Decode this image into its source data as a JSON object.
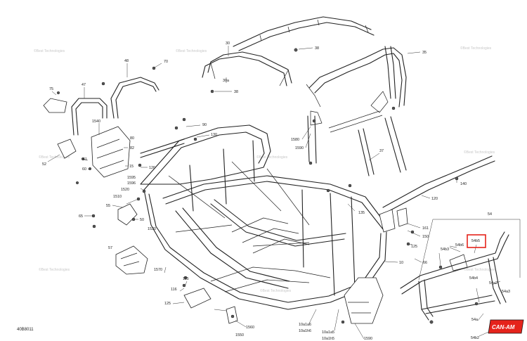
{
  "diagram": {
    "code": "40B8011",
    "highlighted_callout": "54b5",
    "highlight_color": "#e5231b",
    "logo": {
      "text": "CAN-AM",
      "fill": "#e5231b",
      "text_color": "#ffffff"
    },
    "watermark": "©Best Technologies",
    "callouts": [
      {
        "id": "c30",
        "text": "30"
      },
      {
        "id": "c38a",
        "text": "38"
      },
      {
        "id": "c35",
        "text": "35"
      },
      {
        "id": "c30a",
        "text": "30a"
      },
      {
        "id": "c38b",
        "text": "38"
      },
      {
        "id": "c48",
        "text": "48"
      },
      {
        "id": "c70",
        "text": "70"
      },
      {
        "id": "c75",
        "text": "75"
      },
      {
        "id": "c47",
        "text": "47"
      },
      {
        "id": "c1540",
        "text": "1540"
      },
      {
        "id": "c90",
        "text": "90"
      },
      {
        "id": "c130",
        "text": "130"
      },
      {
        "id": "c1580",
        "text": "1580"
      },
      {
        "id": "c1590",
        "text": "1590"
      },
      {
        "id": "c80",
        "text": "80"
      },
      {
        "id": "c82",
        "text": "82"
      },
      {
        "id": "c126",
        "text": "126"
      },
      {
        "id": "c52",
        "text": "52"
      },
      {
        "id": "c61",
        "text": "61"
      },
      {
        "id": "c60",
        "text": "60"
      },
      {
        "id": "c15",
        "text": "15"
      },
      {
        "id": "c37",
        "text": "37"
      },
      {
        "id": "c140",
        "text": "140"
      },
      {
        "id": "c1595",
        "text": "1595"
      },
      {
        "id": "c1596",
        "text": "1596"
      },
      {
        "id": "c1520",
        "text": "1520"
      },
      {
        "id": "c1510",
        "text": "1510"
      },
      {
        "id": "c55",
        "text": "55"
      },
      {
        "id": "c135",
        "text": "135"
      },
      {
        "id": "c120",
        "text": "120"
      },
      {
        "id": "c65",
        "text": "65"
      },
      {
        "id": "c50",
        "text": "50"
      },
      {
        "id": "c54",
        "text": "54"
      },
      {
        "id": "c161",
        "text": "161"
      },
      {
        "id": "c150",
        "text": "150"
      },
      {
        "id": "c125a",
        "text": "125"
      },
      {
        "id": "c1530",
        "text": "1530"
      },
      {
        "id": "c57",
        "text": "57"
      },
      {
        "id": "c54b3",
        "text": "54b3"
      },
      {
        "id": "c54b6",
        "text": "54b6"
      },
      {
        "id": "c54b5",
        "text": "54b5"
      },
      {
        "id": "c66",
        "text": "66"
      },
      {
        "id": "c1570",
        "text": "1570"
      },
      {
        "id": "c10",
        "text": "10"
      },
      {
        "id": "c115",
        "text": "115"
      },
      {
        "id": "c116",
        "text": "116"
      },
      {
        "id": "c125b",
        "text": "125"
      },
      {
        "id": "c54b4",
        "text": "54b4"
      },
      {
        "id": "c54a2",
        "text": "54a2"
      },
      {
        "id": "c54a3",
        "text": "54a3"
      },
      {
        "id": "c1560",
        "text": "1560"
      },
      {
        "id": "c1550",
        "text": "1550"
      },
      {
        "id": "c10a1a6",
        "text": "10a1a6"
      },
      {
        "id": "c10a1h6",
        "text": "10a1h6"
      },
      {
        "id": "c10a1a5",
        "text": "10a1a5"
      },
      {
        "id": "c10a1h5",
        "text": "10a1h5"
      },
      {
        "id": "c1590b",
        "text": "1590"
      },
      {
        "id": "c54b2",
        "text": "54b2"
      },
      {
        "id": "c54a",
        "text": "54a"
      }
    ]
  }
}
